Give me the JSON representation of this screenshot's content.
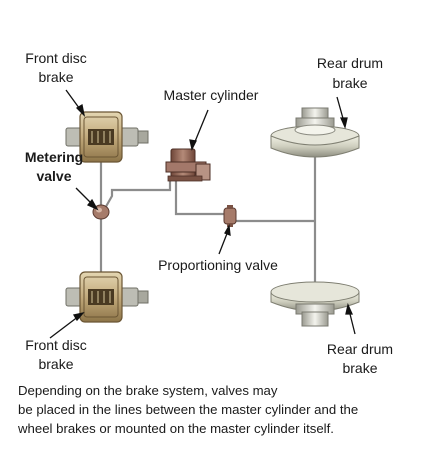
{
  "labels": {
    "front_disc_brake_top": [
      "Front disc",
      "brake"
    ],
    "master_cylinder": "Master cylinder",
    "rear_drum_brake_top": [
      "Rear drum",
      "brake"
    ],
    "metering_valve": [
      "Metering",
      "valve"
    ],
    "proportioning_valve": "Proportioning valve",
    "front_disc_brake_bottom": [
      "Front disc",
      "brake"
    ],
    "rear_drum_brake_bottom": [
      "Rear drum",
      "brake"
    ]
  },
  "caption": [
    "Depending on the brake system, valves may",
    "be placed in the lines between the master cylinder and the",
    "wheel brakes or mounted on the master cylinder itself."
  ],
  "colors": {
    "line": "#8c8c8c",
    "caliper": "#c9b48a",
    "caliper_dark": "#7a6440",
    "drum": "#cfcfbf",
    "drum_dark": "#7f7f72",
    "cylinder": "#9c6e5e",
    "cylinder_dark": "#5a3a30",
    "valve": "#a67b6a"
  }
}
